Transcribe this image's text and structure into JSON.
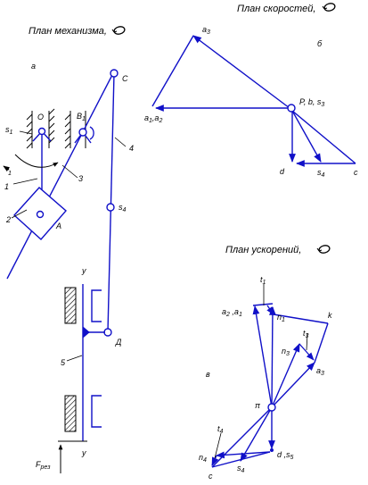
{
  "titles": {
    "mechanism": "План механизма,",
    "velocity": "План скоростей,",
    "acceleration": "План ускорений,"
  },
  "panel_labels": {
    "a": "а",
    "b": "б",
    "c": "в"
  },
  "mechanism": {
    "O": "O",
    "B1": "B",
    "B1_sub": "1",
    "C": "C",
    "D": "Д",
    "A": "A",
    "s1": "s",
    "s1_sub": "1",
    "s4": "s",
    "s4_sub": "4",
    "omega": "ω",
    "omega_sub": "1",
    "num1": "1",
    "num2": "2",
    "num3": "3",
    "num4": "4",
    "num5": "5",
    "y_top": "y",
    "y_bottom": "y",
    "force": "F",
    "force_sub": "рез"
  },
  "velocity": {
    "a3": "a",
    "a3_sub": "3",
    "a1a2": "a",
    "a1a2_sub1": "1",
    "a1a2_sep": ",a",
    "a1a2_sub2": "2",
    "pole": "P, b, s",
    "pole_sub": "3",
    "d": "d",
    "s4": "s",
    "s4_sub": "4",
    "c": "c"
  },
  "acceleration": {
    "t1": "t",
    "t1_sub": "1",
    "a2a1": "a",
    "a2a1_sub1": "2",
    "a2a1_sep": " ,a",
    "a2a1_sub2": "1",
    "n1": "n",
    "n1_sub": "1",
    "k": "k",
    "t3": "t",
    "t3_sub": "3",
    "n3": "n",
    "n3_sub": "3",
    "a3": "a",
    "a3_sub": "3",
    "pi": "π",
    "t4": "t",
    "t4_sub": "4",
    "n4": "n",
    "n4_sub": "4",
    "s4": "s",
    "s4_sub": "4",
    "c": "c",
    "ds5": "d ,s",
    "ds5_sub": "5"
  }
}
